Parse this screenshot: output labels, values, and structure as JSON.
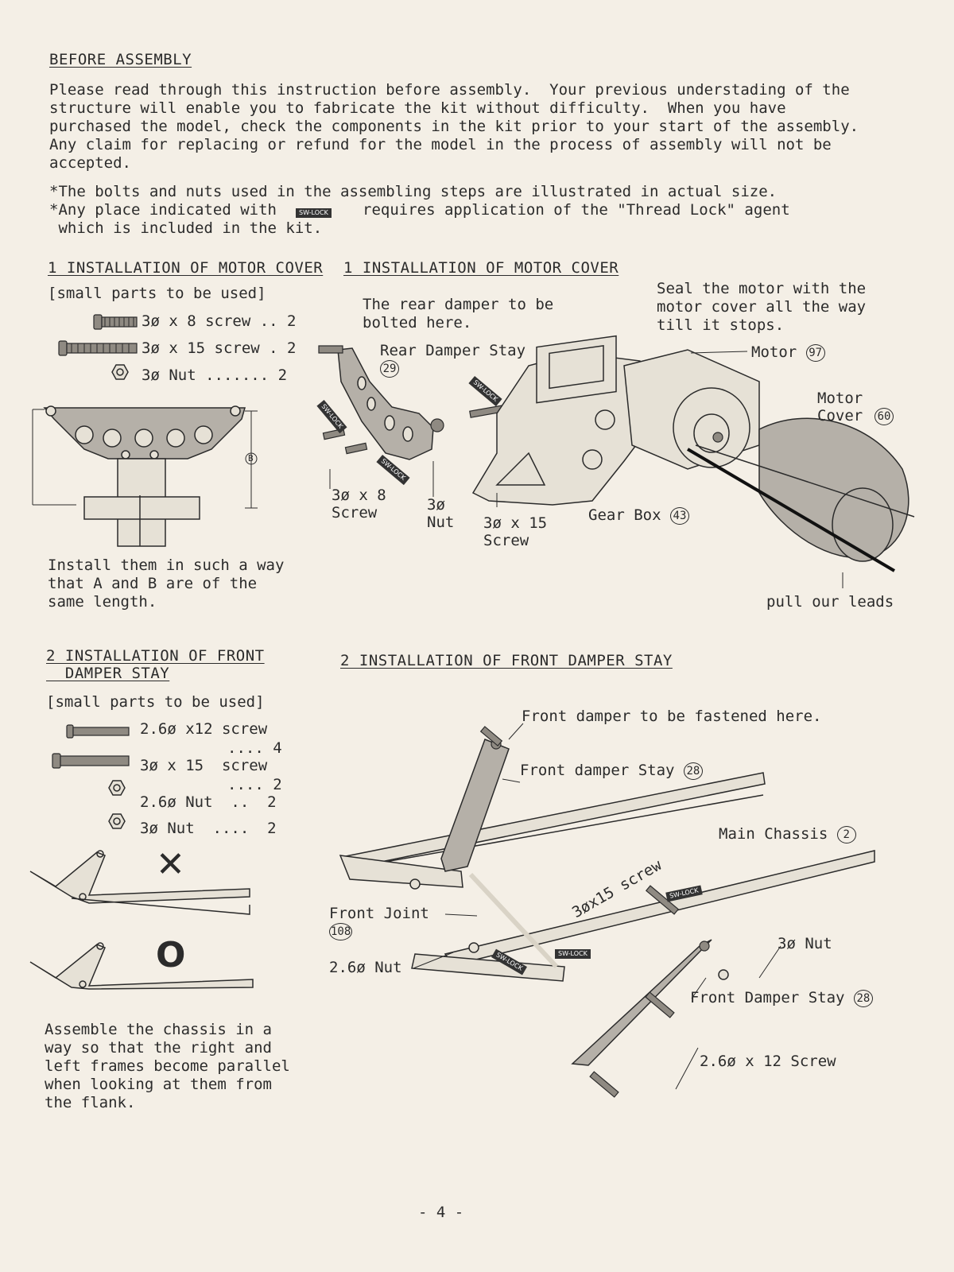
{
  "before": {
    "heading": "BEFORE ASSEMBLY",
    "p1": "Please read through this instruction before assembly.  Your previous understading of the\nstructure will enable you to fabricate the kit without difficulty.  When you have\npurchased the model, check the components in the kit prior to your start of the assembly.\nAny claim for replacing or refund for the model in the process of assembly will not be\naccepted.",
    "note1": "*The bolts and nuts used in the assembling steps are illustrated in actual size.",
    "note2_a": "*Any place indicated with",
    "note2_b": "requires application of the \"Thread Lock\" agent",
    "note2_c": " which is included in the kit.",
    "lock_badge": "SW-LOCK"
  },
  "step1": {
    "heading_left": "1 INSTALLATION OF MOTOR COVER",
    "heading_right": "1 INSTALLATION OF MOTOR COVER",
    "parts_title": "[small parts to be used]",
    "parts": [
      {
        "label": "3ø x 8 screw .. 2"
      },
      {
        "label": "3ø x 15 screw . 2"
      },
      {
        "label": "3ø Nut ....... 2"
      }
    ],
    "dim_b": "B",
    "install_note": "Install them in such a way\nthat A and B are of the\nsame length.",
    "rear_damper_note": "The rear damper to be\nbolted here.",
    "seal_note": "Seal the motor with the\nmotor cover all the way\ntill it stops.",
    "rear_stay_label": "Rear Damper Stay",
    "rear_stay_num": "29",
    "motor_label": "Motor",
    "motor_num": "97",
    "cover_label": "Motor\nCover",
    "cover_num": "60",
    "screw8_label": "3ø x 8\nScrew",
    "nut_label": "3ø\nNut",
    "screw15_label": "3ø x 15\nScrew",
    "gearbox_label": "Gear Box",
    "gearbox_num": "43",
    "leads_label": "pull our leads"
  },
  "step2": {
    "heading_left": "2 INSTALLATION OF FRONT\n  DAMPER STAY",
    "heading_right": "2 INSTALLATION OF FRONT DAMPER STAY",
    "parts_title": "[small parts to be used]",
    "part1a": "2.6ø x12 screw",
    "part1b": ".... 4",
    "part2a": "3ø x 15  screw",
    "part2b": ".... 2",
    "part3": "2.6ø Nut  ..  2",
    "part4": "3ø Nut  ....  2",
    "wrong_mark": "✕",
    "right_mark": "O",
    "assemble_note": "Assemble the chassis in a\nway so that the right and\nleft frames become parallel\nwhen looking at them from\nthe flank.",
    "front_damper_note": "Front damper to be fastened here.",
    "front_stay_label": "Front damper Stay",
    "front_stay_num": "28",
    "main_chassis_label": "Main Chassis",
    "main_chassis_num": "2",
    "screw_label": "3øx15 screw",
    "front_joint_label": "Front Joint",
    "front_joint_num": "108",
    "nut26_label": "2.6ø Nut",
    "nut3_label": "3ø Nut",
    "front_stay2_label": "Front Damper Stay",
    "front_stay2_num": "28",
    "screw26_label": "2.6ø x 12 Screw"
  },
  "footer": {
    "page": "- 4 -"
  }
}
